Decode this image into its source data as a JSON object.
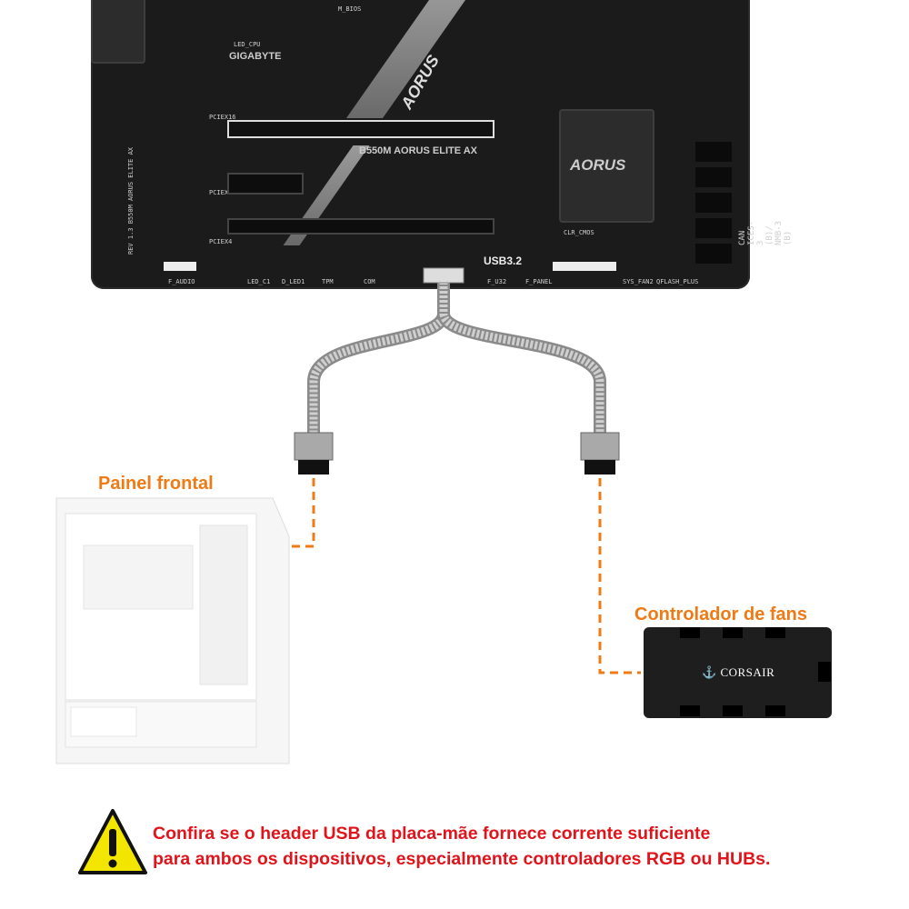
{
  "motherboard": {
    "brand": "GIGABYTE",
    "logo": "AORUS",
    "model": "B550M AORUS ELITE AX",
    "header_tag": "USB3.2",
    "silkscreen": [
      "M_BIOS",
      "LED_CPU",
      "PCIEX16",
      "PCIEX1",
      "PCIEX4",
      "CLR_CMOS",
      "F_AUDIO",
      "LED_C1",
      "D_LED1",
      "TPM",
      "COM",
      "F_U32",
      "F_PANEL",
      "SYS_FAN2",
      "QFLASH_PLUS",
      "REV 1.3 B550M AORUS ELITE AX",
      "CAN ICES-3 (B)/ NMB-3 (B)"
    ]
  },
  "labels": {
    "front_panel": "Painel frontal",
    "fan_controller": "Controlador de fans"
  },
  "controller_brand": "CORSAIR",
  "warning": {
    "icon": "warning-triangle-icon",
    "line1": "Confira se o header USB da placa-mãe fornece corrente suficiente",
    "line2": "para ambos os dispositivos, especialmente controladores RGB ou HUBs."
  },
  "colors": {
    "accent": "#f07a14",
    "warning_text": "#e0141a",
    "warning_icon": "#f2e600"
  }
}
